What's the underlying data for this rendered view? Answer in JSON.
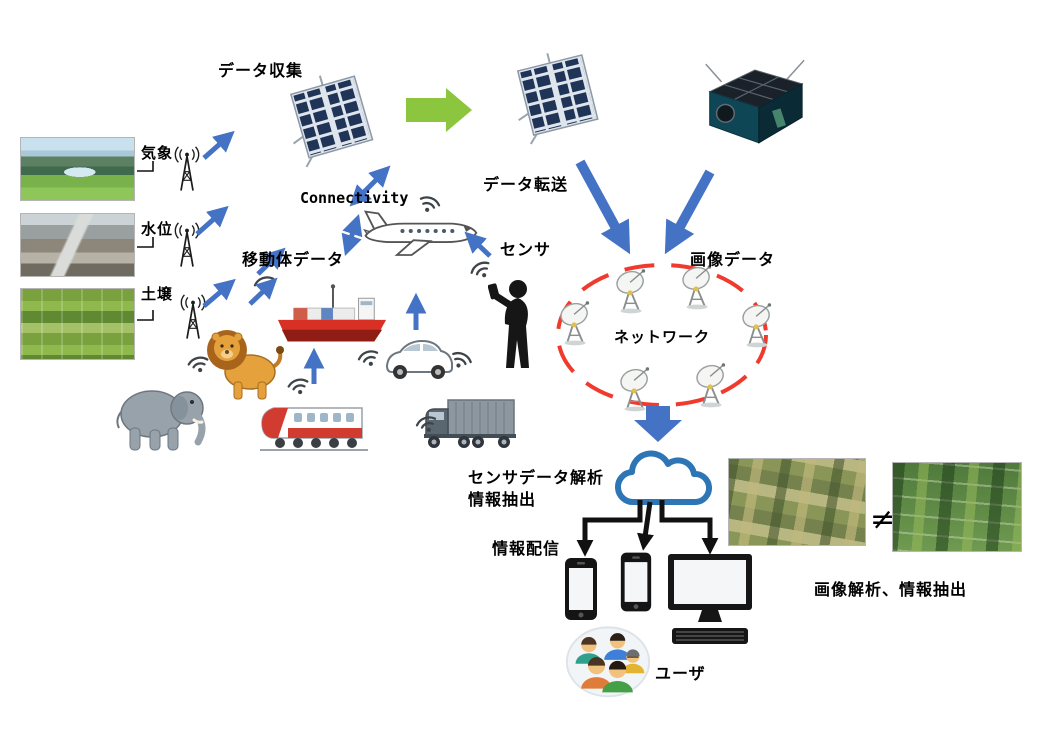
{
  "labels": {
    "data_collection": "データ収集",
    "data_transfer": "データ転送",
    "weather": "気象",
    "water_level": "水位",
    "soil": "土壌",
    "connectivity": "Connectivity",
    "mobile_data": "移動体データ",
    "sensor": "センサ",
    "image_data": "画像データ",
    "network": "ネットワーク",
    "sensor_analysis_line1": "センサデータ解析",
    "sensor_analysis_line2": "情報抽出",
    "info_distribution": "情報配信",
    "user": "ユーザ",
    "image_analysis": "画像解析、情報抽出",
    "not_equal": "≠"
  },
  "colors": {
    "arrow_blue": "#4472C4",
    "arrow_green": "#8CC63F",
    "network_ring_red": "#F03A2E",
    "cloud_outline_blue": "#2E75B6",
    "connector_black": "#111111",
    "text": "#000000",
    "background": "#FFFFFF"
  },
  "icons": {
    "satellite_1": "solar-array-satellite-icon",
    "satellite_2": "solar-array-satellite-icon",
    "satellite_3": "cubesat-icon",
    "antenna": "broadcast-tower-icon",
    "wifi": "wifi-signal-icon",
    "airplane": "airplane-icon",
    "ship": "cargo-ship-icon",
    "lion": "lion-icon",
    "elephant": "elephant-icon",
    "train": "train-icon",
    "car": "car-icon",
    "truck": "truck-icon",
    "person": "person-with-phone-icon",
    "dish": "satellite-dish-icon",
    "cloud": "cloud-icon",
    "smartphone": "smartphone-icon",
    "desktop": "desktop-computer-icon",
    "users": "people-group-icon"
  },
  "photos": {
    "weather": "mountain-landscape-photo",
    "water_level": "river-valley-photo",
    "soil": "rice-field-photo",
    "aerial_left": "aerial-farmland-photo",
    "aerial_right": "aerial-farmland-photo-2"
  }
}
